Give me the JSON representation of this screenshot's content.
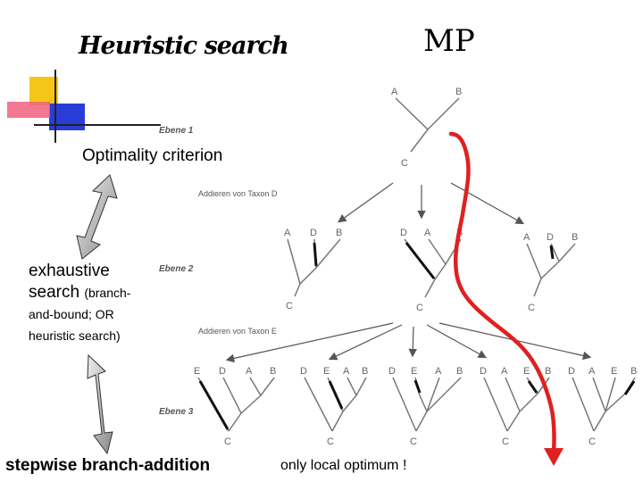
{
  "slide": {
    "title": "Heuristic search",
    "mp": "MP",
    "optimality": "Optimality criterion",
    "exhaustive_main": "exhaustive search",
    "exhaustive_small": "(branch-and-bound; OR heuristic search)",
    "stepwise": "stepwise branch-addition",
    "local_optimum": "only local optimum !"
  },
  "diagram": {
    "ebene1": "Ebene 1",
    "ebene2": "Ebene 2",
    "ebene3": "Ebene 3",
    "addieren_d": "Addieren von Taxon D",
    "addieren_e": "Addieren von Taxon E",
    "taxa": {
      "a": "A",
      "b": "B",
      "c": "C",
      "d": "D",
      "e": "E"
    }
  },
  "colors": {
    "path_red": "#e02020",
    "deco_yellow": "#f5c518",
    "deco_blue": "#2a3cd8",
    "deco_pink": "#f06080"
  }
}
